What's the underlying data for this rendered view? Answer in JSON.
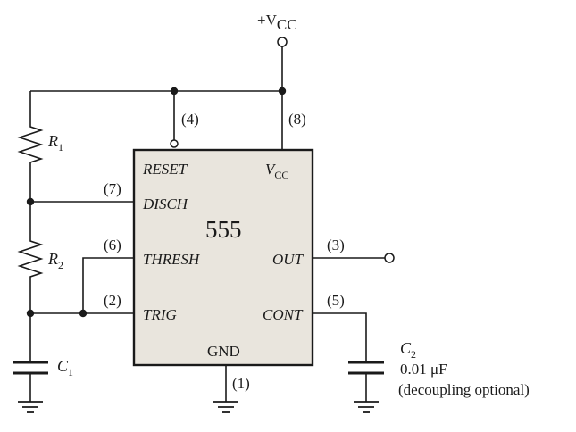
{
  "supply": {
    "label": "+V",
    "sub": "CC"
  },
  "chip": {
    "name": "555",
    "pins": {
      "reset": {
        "name": "RESET",
        "number": "(4)"
      },
      "vcc": {
        "name": "V",
        "sub": "CC",
        "number": "(8)"
      },
      "disch": {
        "name": "DISCH",
        "number": "(7)"
      },
      "thresh": {
        "name": "THRESH",
        "number": "(6)"
      },
      "out": {
        "name": "OUT",
        "number": "(3)"
      },
      "trig": {
        "name": "TRIG",
        "number": "(2)"
      },
      "cont": {
        "name": "CONT",
        "number": "(5)"
      },
      "gnd": {
        "name": "GND",
        "number": "(1)"
      }
    }
  },
  "components": {
    "r1": {
      "symbol": "R",
      "sub": "1"
    },
    "r2": {
      "symbol": "R",
      "sub": "2"
    },
    "c1": {
      "symbol": "C",
      "sub": "1"
    },
    "c2": {
      "symbol": "C",
      "sub": "2",
      "value": "0.01 μF",
      "note": "(decoupling optional)"
    }
  }
}
